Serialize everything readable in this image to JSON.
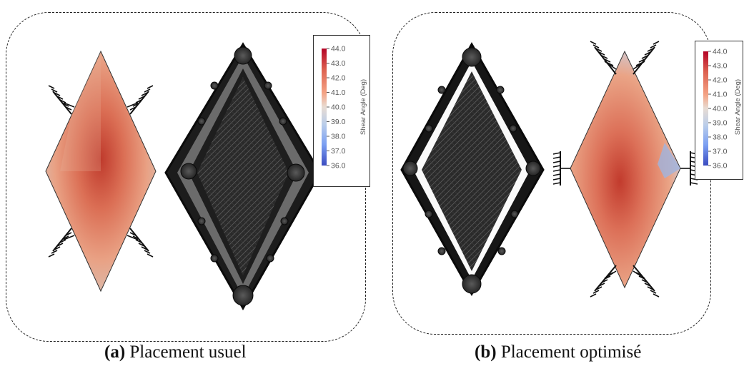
{
  "panels": [
    {
      "tag": "(a)",
      "caption": "Placement usuel"
    },
    {
      "tag": "(b)",
      "caption": "Placement optimisé"
    }
  ],
  "legend": {
    "title": "Shear Angle (Deg)",
    "ticks": [
      "44.0",
      "43.0",
      "42.0",
      "41.0",
      "40.0",
      "39.0",
      "38.0",
      "37.0",
      "36.0"
    ],
    "range": [
      36.0,
      44.0
    ],
    "colormap": [
      "#b40426",
      "#dd6150",
      "#f4a384",
      "#e8dcd3",
      "#b9cdea",
      "#7b9ff2",
      "#3b4cc0"
    ]
  },
  "colors": {
    "sheet_base": "#e89a7a",
    "sheet_hot": "#c0392b",
    "sheet_cool": "#b8c4d8",
    "frame": "#222222"
  }
}
